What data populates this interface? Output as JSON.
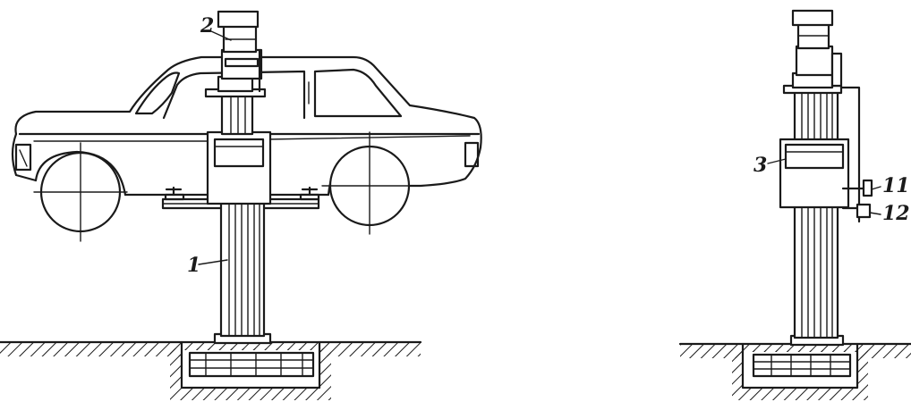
{
  "labels": {
    "lift_column": "1",
    "drive_unit": "2",
    "carriage": "3",
    "limit_switch_upper": "11",
    "limit_switch_lower": "12"
  }
}
